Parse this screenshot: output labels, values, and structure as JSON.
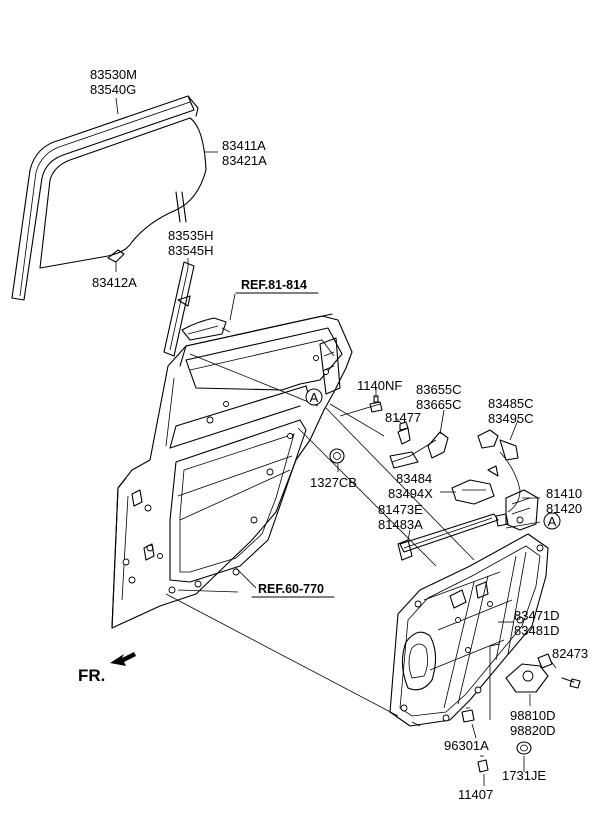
{
  "labels": {
    "glass_channel": [
      "83530M",
      "83540G"
    ],
    "glass": [
      "83411A",
      "83421A"
    ],
    "glass_retainer": "83412A",
    "rear_channel": [
      "83535H",
      "83545H"
    ],
    "ref_upper": "REF.81-814",
    "ref_lower": "REF.60-770",
    "bolt_1140": "1140NF",
    "latch_cable": [
      "83655C",
      "83665C"
    ],
    "clip_81477": "81477",
    "cable_right": [
      "83485C",
      "83495C"
    ],
    "grommet": "1327CB",
    "rod_bracket": [
      "83484",
      "83494X"
    ],
    "latch": [
      "81410",
      "81420"
    ],
    "handle_rod": [
      "81473E",
      "81483A"
    ],
    "regulator": [
      "83471D",
      "83481D"
    ],
    "screw_82473": "82473",
    "motor": [
      "98810D",
      "98820D"
    ],
    "clip_96301": "96301A",
    "bolt_11407": "11407",
    "plug": "1731JE",
    "callout_a": "A",
    "front_marker": "FR."
  }
}
